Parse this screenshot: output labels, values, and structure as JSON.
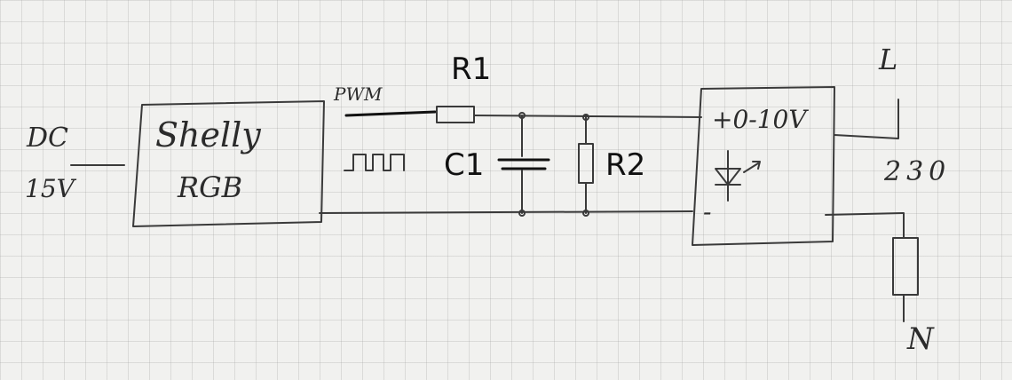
{
  "labels": {
    "dc": "DC",
    "v15": "15V",
    "shelly": "Shelly",
    "rgb": "RGB",
    "pwm": "PWM",
    "r1": "R1",
    "c1": "C1",
    "r2": "R2",
    "plus_010v": "+0-10V",
    "minus": "-",
    "l": "L",
    "v230": "230",
    "n": "N"
  }
}
